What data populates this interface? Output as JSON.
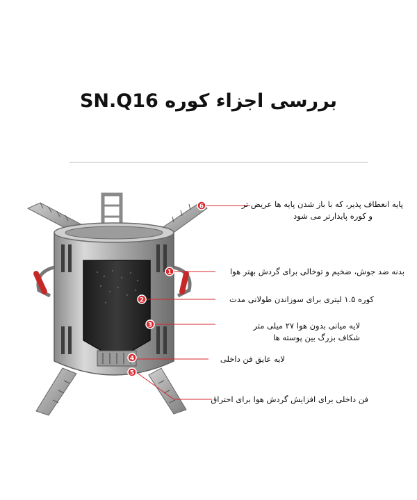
{
  "title": "بررسی اجزاء کوره SN.Q16",
  "colors": {
    "accent": "#d7262c",
    "metal": "#b8b8b8",
    "dark": "#2a2a2a"
  },
  "callouts": [
    {
      "number": "6",
      "lines": [
        "پایه انعطاف پذیر، که با باز شدن پایه ها عریض تر",
        "و کوره پایدارتر می شود"
      ]
    },
    {
      "number": "1",
      "lines": [
        "بدنه ضد جوش، ضخیم و توخالی برای گردش بهتر هوا"
      ]
    },
    {
      "number": "2",
      "lines": [
        "کوره ۱.۵ لیتری برای سوزاندن طولانی مدت"
      ]
    },
    {
      "number": "3",
      "lines": [
        "لایه میانی بدون هوا ۲۷ میلی متر",
        "شکاف بزرگ بین پوسته ها"
      ]
    },
    {
      "number": "4",
      "lines": [
        "لایه عایق فن داخلی"
      ]
    },
    {
      "number": "5",
      "lines": [
        "فن داخلی برای افزایش گردش هوا برای احتراق"
      ]
    }
  ]
}
